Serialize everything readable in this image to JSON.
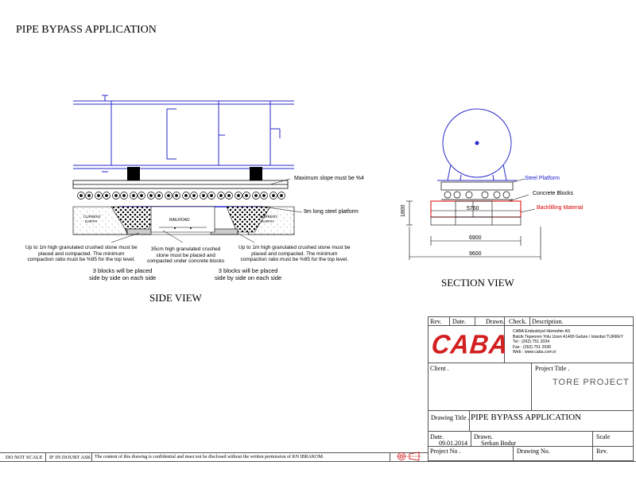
{
  "page_title": "PIPE BYPASS APPLICATION",
  "side_view": {
    "label": "SIDE VIEW",
    "railroad": "RAILROAD",
    "current_earth_line1": "CURRENT",
    "current_earth_line2": "EARTH",
    "slope_note": "Maximum slope must be %4",
    "platform_note": "9m long steel platform",
    "left_stone_note": [
      "Up to 1m high granulated crushed stone must be",
      "placed and compacted. The minimum",
      "compaction ratio must be %95 for the top level."
    ],
    "center_stone_note": [
      "35cm high granulated crushed",
      "stone must be placed and",
      "compacted under concrete blocks"
    ],
    "right_stone_note": [
      "Up to 1m high granulated crushed stone must be",
      "placed and compacted. The minimum",
      "compaction ratio must be %95 for the top level."
    ],
    "blocks_note_left": [
      "3 blocks will be placed",
      "side by side on each side"
    ],
    "blocks_note_right": [
      "3 blocks will be placed",
      "side by side on each side"
    ]
  },
  "section_view": {
    "label": "SECTION VIEW",
    "steel_platform": "Steel Platform",
    "concrete_blocks": "Concrete Blocks",
    "backfilling": "Backfilling Material",
    "dim_height": "1800",
    "dim_inner": "5760",
    "dim_mid": "6900",
    "dim_outer": "9600",
    "colors": {
      "platform": "#1a1acc",
      "backfill": "#dd0000"
    }
  },
  "title_block": {
    "rev": "Rev.",
    "date": "Date.",
    "drawn": "Drawn.",
    "check": "Check.",
    "description": "Description.",
    "logo_text": "CABA",
    "company_name": "CABA Endustriyel Hizmetler AS",
    "company_address": "Balcik Tepeoren Yolu Uzeri 41400 Gebze / Istanbul TURKEY",
    "company_tel": "Tel : (262) 751 2034",
    "company_fax": "Fax : (262) 751 2035",
    "company_web": "Web : www.caba.com.tr",
    "client_label": "Client .",
    "project_title_label": "Project Title .",
    "project_title_value": "TORE PROJECT",
    "drawing_title_label": "Drawing Title .",
    "drawing_title_value": "PIPE BYPASS APPLICATION",
    "date_label": "Date.",
    "date_value": "09.01.2014",
    "drawn_label": "Drawn.",
    "drawn_value": "Serkan Bodur",
    "scale_label": "Scale",
    "project_no_label": "Project No .",
    "drawing_no_label": "Drawing No.",
    "rev_label": "Rev.",
    "logo_color": "#d31f1f"
  },
  "footer": {
    "do_not_scale": "DO NOT SCALE",
    "doubt": "IF IN DOUBT ASK",
    "confidential": "The content of this drawing is confidential and must not be disclosed without the written permission of KN IBRAKOM."
  }
}
